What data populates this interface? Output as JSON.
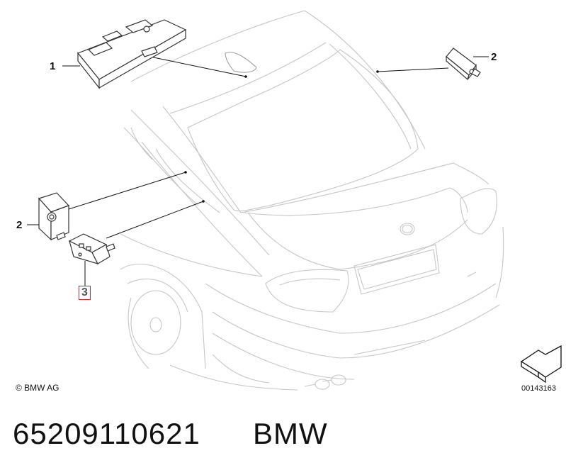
{
  "callouts": [
    {
      "id": "1",
      "label": "1"
    },
    {
      "id": "2a",
      "label": "2"
    },
    {
      "id": "2b",
      "label": "2"
    },
    {
      "id": "3",
      "label": "3"
    }
  ],
  "copyright": "© BMW AG",
  "image_code": "00143163",
  "part_number": "65209110621",
  "brand": "BMW",
  "colors": {
    "line": "#c8c8c8",
    "part": "#333333",
    "leader": "#111111",
    "highlight": "#e0202a"
  },
  "icons": [
    "direction-arrow-icon"
  ]
}
